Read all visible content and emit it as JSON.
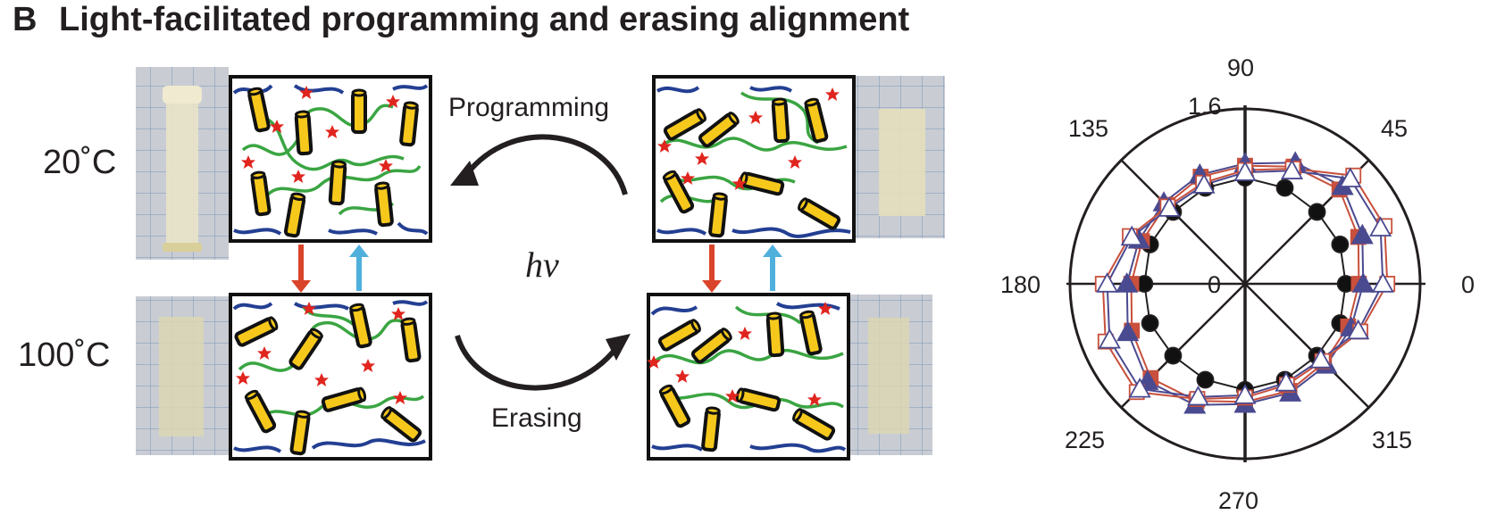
{
  "panel": {
    "letter": "B",
    "title": "Light-facilitated programming and erasing alignment"
  },
  "temperatures": {
    "low": "20˚C",
    "high": "100˚C"
  },
  "process_labels": {
    "programming": "Programming",
    "erasing": "Erasing",
    "light": "hv"
  },
  "colors": {
    "rod_fill": "#f6c81c",
    "green_chain": "#3aa542",
    "blue_chain": "#233f92",
    "crosslink_star": "#e0251e",
    "arrow_down": "#d9442a",
    "arrow_up": "#4fb0dc",
    "series_red": "#c8503c",
    "series_blue": "#4a4a90",
    "film_grid_bg": "#c9cdd3"
  },
  "chart_data": {
    "type": "polar",
    "angle_labels": [
      "90",
      "45",
      "0",
      "315",
      "270",
      "225",
      "180",
      "135"
    ],
    "radial_tick_labels": [
      "0",
      "1.6"
    ],
    "rlim": [
      0,
      1.6
    ],
    "series": [
      {
        "marker": "filled-circle",
        "theta": [
          0,
          22.5,
          45,
          67.5,
          90,
          112.5,
          135,
          157.5,
          180,
          202.5,
          225,
          247.5,
          270,
          292.5,
          315,
          337.5
        ],
        "r": [
          0.92,
          0.94,
          0.93,
          0.95,
          0.97,
          0.95,
          0.93,
          0.94,
          0.92,
          0.94,
          0.93,
          0.95,
          0.97,
          0.95,
          0.93,
          0.94
        ]
      },
      {
        "marker": "filled-square",
        "theta": [
          0,
          22.5,
          45,
          67.5,
          90,
          112.5,
          135,
          157.5,
          180,
          202.5,
          225,
          247.5,
          270,
          292.5,
          315,
          337.5
        ],
        "r": [
          1.04,
          1.12,
          1.22,
          1.16,
          1.08,
          1.06,
          1.02,
          1.02,
          1.04,
          1.12,
          1.22,
          1.16,
          1.08,
          1.06,
          1.02,
          1.02
        ]
      },
      {
        "marker": "filled-triangle",
        "theta": [
          0,
          22.5,
          45,
          67.5,
          90,
          112.5,
          135,
          157.5,
          180,
          202.5,
          225,
          247.5,
          270,
          292.5,
          315,
          337.5
        ],
        "r": [
          1.08,
          1.16,
          1.26,
          1.2,
          1.1,
          1.08,
          1.05,
          1.05,
          1.08,
          1.16,
          1.26,
          1.2,
          1.1,
          1.08,
          1.05,
          1.05
        ]
      },
      {
        "marker": "open-square",
        "theta": [
          0,
          22.5,
          45,
          67.5,
          90,
          112.5,
          135,
          157.5,
          180,
          202.5,
          225,
          247.5,
          270,
          292.5,
          315,
          337.5
        ],
        "r": [
          1.3,
          1.38,
          1.4,
          1.14,
          1.04,
          1.0,
          1.0,
          1.14,
          1.3,
          1.38,
          1.4,
          1.14,
          1.04,
          1.0,
          1.0,
          1.14
        ]
      },
      {
        "marker": "open-triangle",
        "theta": [
          0,
          22.5,
          45,
          67.5,
          90,
          112.5,
          135,
          157.5,
          180,
          202.5,
          225,
          247.5,
          270,
          292.5,
          315,
          337.5
        ],
        "r": [
          1.26,
          1.34,
          1.36,
          1.12,
          1.02,
          0.98,
          0.98,
          1.12,
          1.26,
          1.34,
          1.36,
          1.12,
          1.02,
          0.98,
          0.98,
          1.12
        ]
      }
    ]
  }
}
